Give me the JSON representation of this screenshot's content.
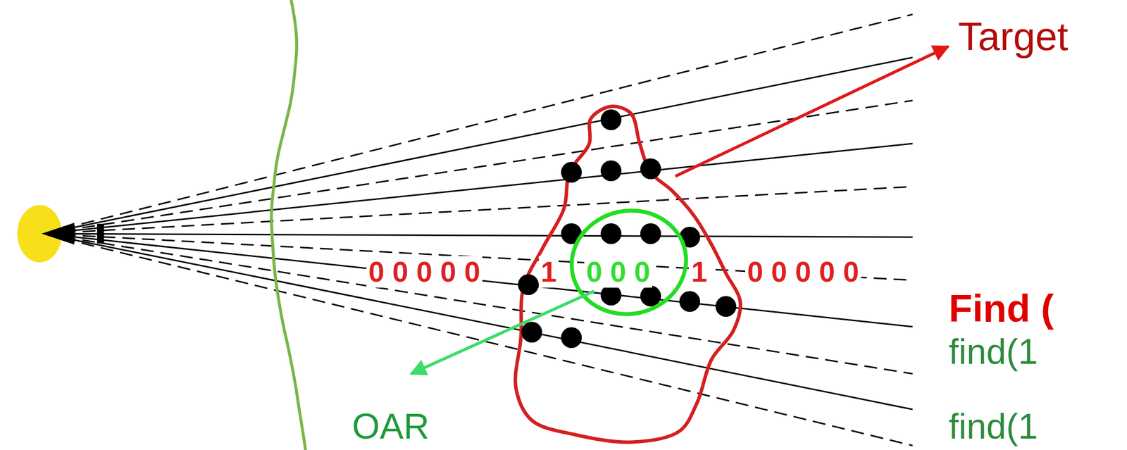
{
  "diagram": {
    "labels": [
      "Target",
      "0 0 0 0 0",
      "1",
      "0 0 0",
      "1",
      "0 0 0 0 0",
      "Find (",
      "find(1",
      "OAR",
      "find(1"
    ]
  }
}
